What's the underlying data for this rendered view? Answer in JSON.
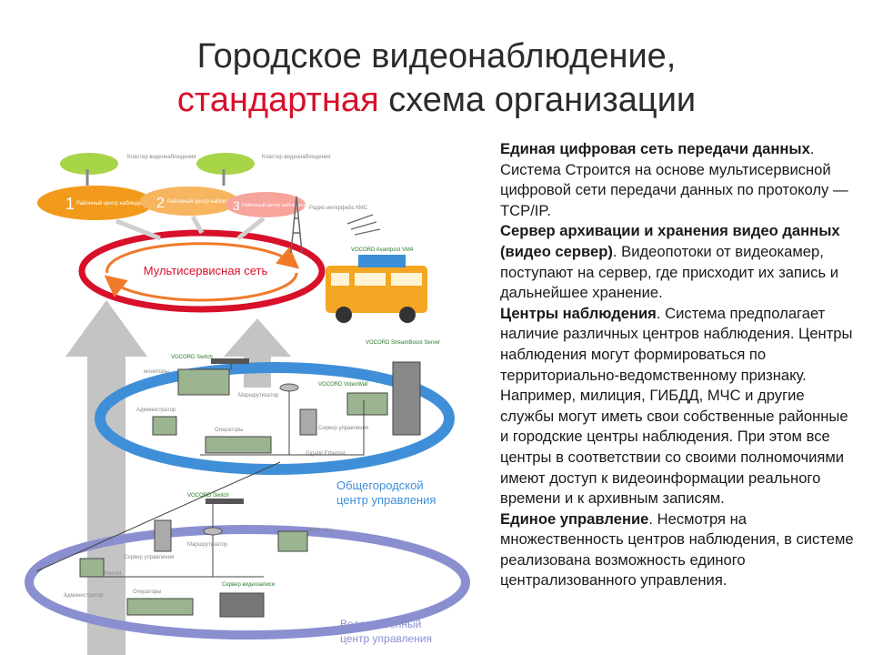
{
  "title": {
    "line1": "Городское видеонаблюдение,",
    "line2_accent": "стандартная",
    "line2_rest": " схема организации"
  },
  "text": [
    {
      "bold": "Единая цифровая сеть передачи данных",
      "rest": ". Система Строится на основе мультисервисной цифровой сети передачи данных по протоколу — TCP/IP."
    },
    {
      "bold": "Сервер архивации и хранения видео данных (видео сервер)",
      "rest": ". Видеопотоки от видеокамер, поступают на сервер, где присходит их запись и дальнейшее хранение."
    },
    {
      "bold": "Центры наблюдения",
      "rest": ". Система предполагает наличие различных центров наблюдения. Центры наблюдения могут формироваться по территориально-ведомственному признаку. Например, милиция, ГИБДД, МЧС и другие службы могут иметь свои собственные районные и городские центры наблюдения. При этом все центры в соответствии со своими полномочиями имеют доступ к видеоинформации реального времени и к архивным записям."
    },
    {
      "bold": "Единое управление",
      "rest": ". Несмотря на множественность центров наблюдения, в системе реализована возможность единого централизованного управления."
    }
  ],
  "diagram": {
    "clusters": [
      {
        "num": "1",
        "label": "Районный центр наблюдения",
        "color": "#f29a1c"
      },
      {
        "num": "2",
        "label": "Районный центр наблюдения",
        "color": "#f7b560"
      },
      {
        "num": "3",
        "label": "Районный центр наблюдения",
        "color": "#f6a49c"
      }
    ],
    "cluster_caption": "Кластер видеонаблюдения",
    "network_label": "Мультисервисная сеть",
    "radio_label": "Радио интерфейс КМС",
    "vehicle_device": "VOCORD Avantpost VM4",
    "city_center": {
      "switch": "VOCORD Switch",
      "storage": "VOCORD StreamBoost Server",
      "videowall": "VOCORD VideoWall",
      "monitors": "мониторы",
      "admin": "Администратор",
      "router": "Маршрутизатор",
      "operators": "Операторы",
      "server": "Сервер управления",
      "ethernet": "Gigabit Ethernet",
      "label_line1": "Общегородской",
      "label_line2": "центр управления"
    },
    "dept_center": {
      "switch": "VOCORD Switch",
      "monitors": "мониторы",
      "server": "Сервер управления",
      "router": "Маршрутизатор",
      "ethernet": "Gigabit Ethernet",
      "video_server": "Сервер видеозаписи",
      "admin": "Администратор",
      "operators": "Операторы",
      "label_line1": "Ведомственный",
      "label_line2": "центр управления"
    }
  },
  "colors": {
    "title_accent": "#d8102a",
    "network_ring": "#d8102a",
    "city_ring": "#3f8fd8",
    "dept_ring": "#8a8fd0",
    "vehicle": "#f5a623",
    "arrow": "#b9b9b9",
    "cluster_top": "#a8d448"
  }
}
